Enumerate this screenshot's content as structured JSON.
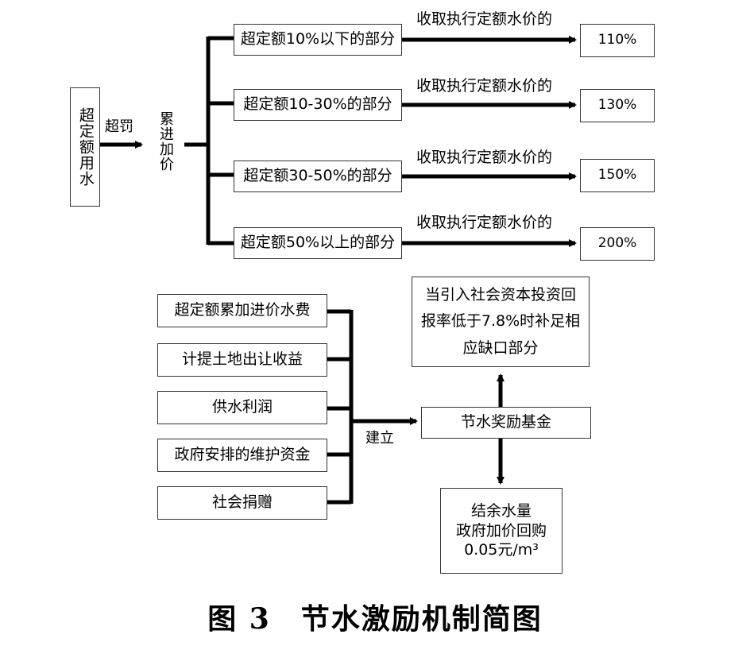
{
  "top_section": {
    "source_box": "超定额用水",
    "penalty_label": "超罚",
    "progressive_label": "累进加价",
    "tiers": [
      {
        "range": "超定额10%以下的部分",
        "action": "收取执行定额水价的",
        "rate": "110%"
      },
      {
        "range": "超定额10-30%的部分",
        "action": "收取执行定额水价的",
        "rate": "130%"
      },
      {
        "range": "超定额30-50%的部分",
        "action": "收取执行定额水价的",
        "rate": "150%"
      },
      {
        "range": "超定额50%以上的部分",
        "action": "收取执行定额水价的",
        "rate": "200%"
      }
    ]
  },
  "bottom_section": {
    "sources": [
      "超定额累加进价水费",
      "计提土地出让收益",
      "供水利润",
      "政府安排的维护资金",
      "社会捐赠"
    ],
    "establish_label": "建立",
    "fund": "节水奖励基金",
    "upper_box": [
      "当引入社会资本投资回",
      "报率低于7.8%时补足相",
      "应缺口部分"
    ],
    "lower_box": [
      "结余水量",
      "政府加价回购",
      "0.05元/m³"
    ]
  },
  "caption": "图 3　节水激励机制简图"
}
